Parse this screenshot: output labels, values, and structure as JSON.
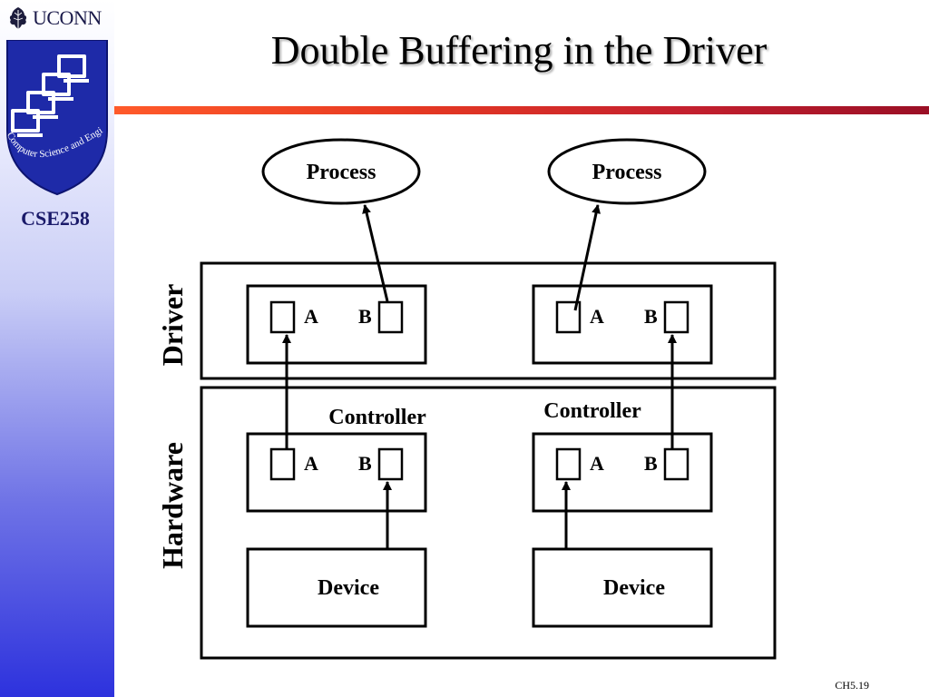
{
  "sidebar": {
    "brand": "UCONN",
    "emblem_text": "Computer Science and Engineering",
    "course": "CSE258"
  },
  "slide": {
    "title": "Double Buffering in the Driver",
    "page_number": "CH5.19"
  },
  "diagram": {
    "layers": {
      "driver": "Driver",
      "hardware": "Hardware"
    },
    "process_label": "Process",
    "controller_label": "Controller",
    "device_label": "Device",
    "buffer_a": "A",
    "buffer_b": "B"
  }
}
